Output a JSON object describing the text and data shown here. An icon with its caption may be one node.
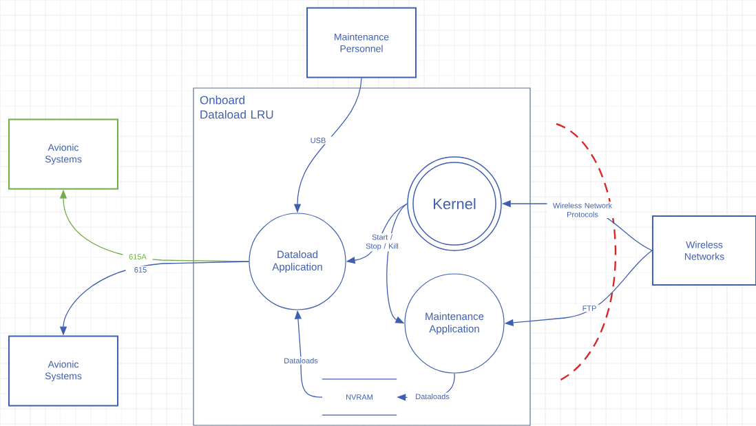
{
  "diagram": {
    "nodes": [
      {
        "text": [
          "Maintenance Personnel"
        ]
      },
      {
        "text": [
          "Onboard Dataload LRU"
        ]
      },
      {
        "text": [
          "Avionic Systems"
        ]
      },
      {
        "text": [
          "Dataload Application"
        ],
        "in": 1
      },
      {
        "text": [
          "Kernel"
        ],
        "in": 1
      },
      {
        "text": [
          "Maintenance Application"
        ],
        "in": 1
      },
      {
        "text": [
          "NVRAM"
        ],
        "in": 1
      },
      {
        "text": [
          "Avionic Systems"
        ]
      },
      {
        "text": [
          "Wireless Networks"
        ]
      }
    ],
    "edges": [
      {
        "from": 0,
        "to": 3,
        "arrow": "to",
        "label": "USB"
      },
      {
        "from": 3,
        "to": 2,
        "arrow": "to",
        "label": "615A",
        "color": "#70ad47"
      },
      {
        "from": 3,
        "to": 7,
        "arrow": "to",
        "label": "615"
      },
      {
        "from": 4,
        "to": 3,
        "arrow": "to",
        "label": "Start / Stop / Kill"
      },
      {
        "from": 4,
        "to": 5,
        "arrow": "to"
      },
      {
        "from": 8,
        "to": 4,
        "arrow": "to",
        "label": "Wireless Network Protocols"
      },
      {
        "from": 8,
        "to": 5,
        "arrow": "to",
        "label": "FTP"
      },
      {
        "from": 5,
        "to": 6,
        "arrow": "to",
        "label": "Dataloads"
      },
      {
        "from": 6,
        "to": 3,
        "arrow": "to",
        "label": "Dataloads"
      }
    ]
  }
}
